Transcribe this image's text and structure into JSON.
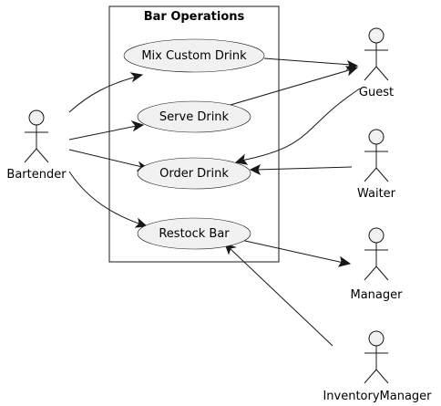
{
  "diagram": {
    "type": "use-case",
    "boundary": {
      "title": "Bar Operations"
    },
    "actors": {
      "bartender": "Bartender",
      "guest": "Guest",
      "waiter": "Waiter",
      "manager": "Manager",
      "inventory_manager": "InventoryManager"
    },
    "use_cases": {
      "mix_custom_drink": "Mix Custom Drink",
      "serve_drink": "Serve Drink",
      "order_drink": "Order Drink",
      "restock_bar": "Restock Bar"
    },
    "associations": [
      {
        "from": "Bartender",
        "to": "Mix Custom Drink"
      },
      {
        "from": "Bartender",
        "to": "Serve Drink"
      },
      {
        "from": "Bartender",
        "to": "Order Drink"
      },
      {
        "from": "Bartender",
        "to": "Restock Bar"
      },
      {
        "from": "Mix Custom Drink",
        "to": "Guest"
      },
      {
        "from": "Serve Drink",
        "to": "Guest"
      },
      {
        "from": "Guest",
        "to": "Order Drink"
      },
      {
        "from": "Waiter",
        "to": "Order Drink"
      },
      {
        "from": "Restock Bar",
        "to": "Manager"
      },
      {
        "from": "InventoryManager",
        "to": "Restock Bar"
      }
    ],
    "colors": {
      "fill": "#f1f1f1",
      "stroke": "#181818",
      "background": "#ffffff"
    }
  }
}
